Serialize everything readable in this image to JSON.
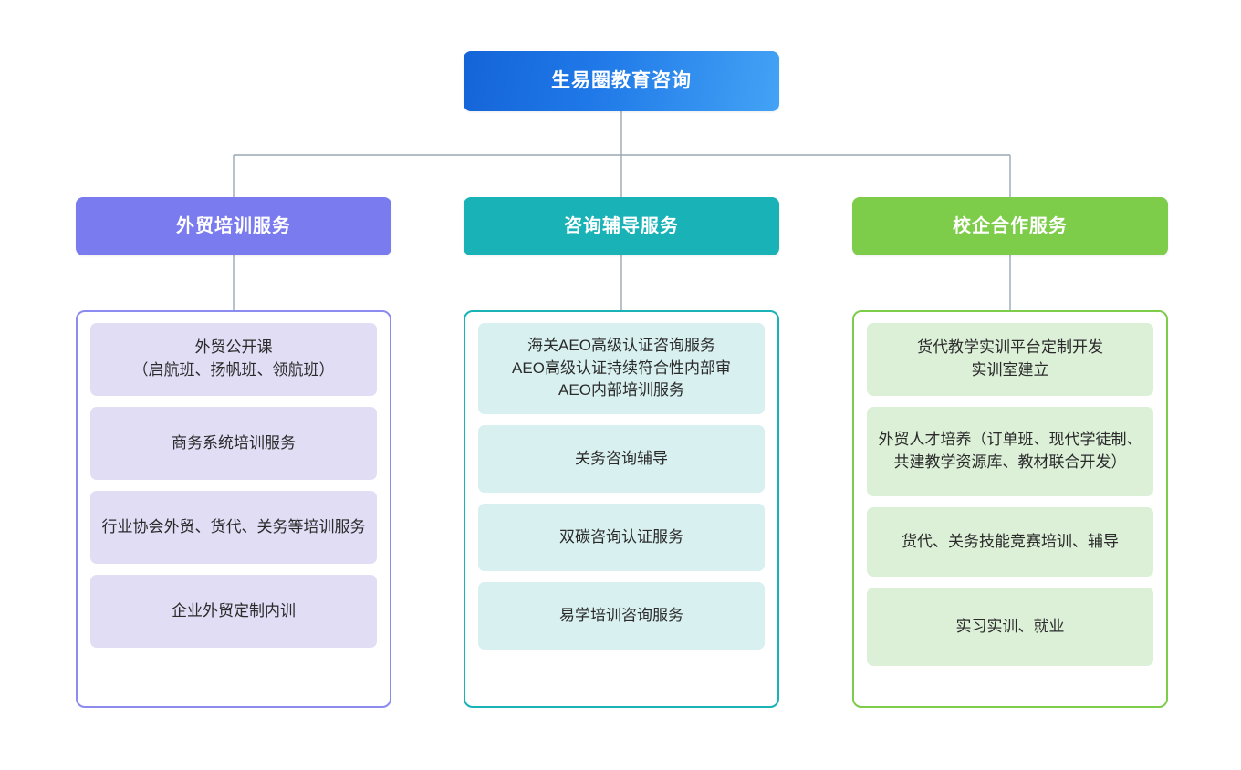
{
  "diagram": {
    "type": "org-chart",
    "orientation": "top-down",
    "background": "#ffffff",
    "root": {
      "label": "生易圈教育咨询",
      "color": "#1f78e0"
    },
    "connector_color": "#9aa7b4",
    "columns": [
      {
        "id": "waimao-peixun",
        "header": "外贸培训服务",
        "header_color": "#7b7bf0",
        "panel_border_color": "#8b8bf0",
        "card_color": "#e0ddf5",
        "items": [
          {
            "label": "外贸公开课\n（启航班、扬帆班、领航班）",
            "height": 80
          },
          {
            "label": "商务系统培训服务",
            "height": 80
          },
          {
            "label": "行业协会外贸、货代、关务等培训服务",
            "height": 80
          },
          {
            "label": "企业外贸定制内训",
            "height": 80
          }
        ]
      },
      {
        "id": "zixun-fudao",
        "header": "咨询辅导服务",
        "header_color": "#18b2b7",
        "panel_border_color": "#18b2b7",
        "card_color": "#d8f0ef",
        "items": [
          {
            "label": "海关AEO高级认证咨询服务\nAEO高级认证持续符合性内部审\nAEO内部培训服务",
            "height": 100
          },
          {
            "label": "关务咨询辅导",
            "height": 74
          },
          {
            "label": "双碳咨询认证服务",
            "height": 74
          },
          {
            "label": "易学培训咨询服务",
            "height": 74
          }
        ]
      },
      {
        "id": "xiaoqi-hezuo",
        "header": "校企合作服务",
        "header_color": "#7dcc4a",
        "panel_border_color": "#7dcc4a",
        "card_color": "#dcf0d8",
        "items": [
          {
            "label": "货代教学实训平台定制开发\n实训室建立",
            "height": 80
          },
          {
            "label": "外贸人才培养（订单班、现代学徒制、共建教学资源库、教材联合开发）",
            "height": 98
          },
          {
            "label": "货代、关务技能竞赛培训、辅导",
            "height": 76
          },
          {
            "label": "实习实训、就业",
            "height": 86
          }
        ]
      }
    ]
  }
}
